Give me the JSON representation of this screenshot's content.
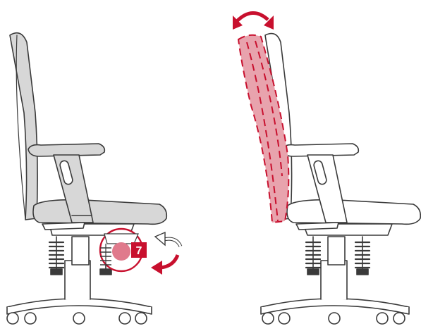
{
  "diagram": {
    "step_badge": "7",
    "colors": {
      "outline": "#3a3a3a",
      "chair_gray": "#d7d7d7",
      "chair_dark": "#bdbdbd",
      "accent_red": "#c8102e",
      "accent_fill": "#e8a3ad",
      "highlight_pink": "#e07a8c",
      "white": "#ffffff"
    },
    "left_chair": {
      "icons": [
        "curved-arrow-icon-cw",
        "curved-arrow-icon-ccw"
      ]
    },
    "right_chair": {
      "icons": [
        "rotate-arrows-icon"
      ]
    }
  }
}
